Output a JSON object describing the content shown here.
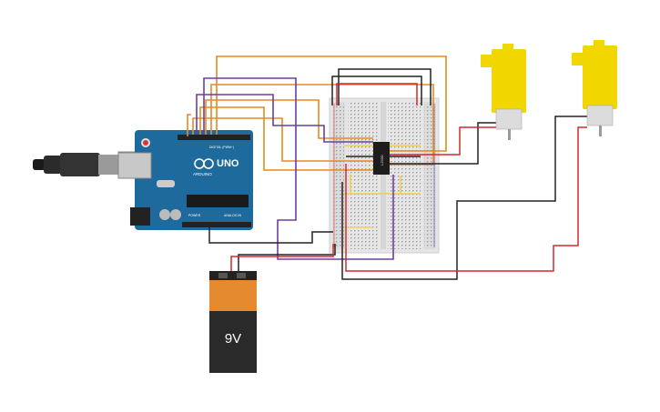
{
  "board": {
    "model_label": "UNO",
    "brand_label": "ARDUINO",
    "digital_header_label": "DIGITAL (PWM~)",
    "power_header_label": "POWER",
    "analog_header_label": "ANALOG IN"
  },
  "battery": {
    "voltage_label": "9V"
  },
  "driver_chip": {
    "part_label": "L293D"
  },
  "colors": {
    "board": "#1e6a9c",
    "battery_top": "#e58a2e",
    "battery_body": "#2a2a2a",
    "motor": "#f2d600",
    "wire_orange": "#e58a22",
    "wire_purple": "#6b3fa0",
    "wire_black": "#222222",
    "wire_red": "#d42a2a",
    "wire_yellow": "#f0d040"
  }
}
